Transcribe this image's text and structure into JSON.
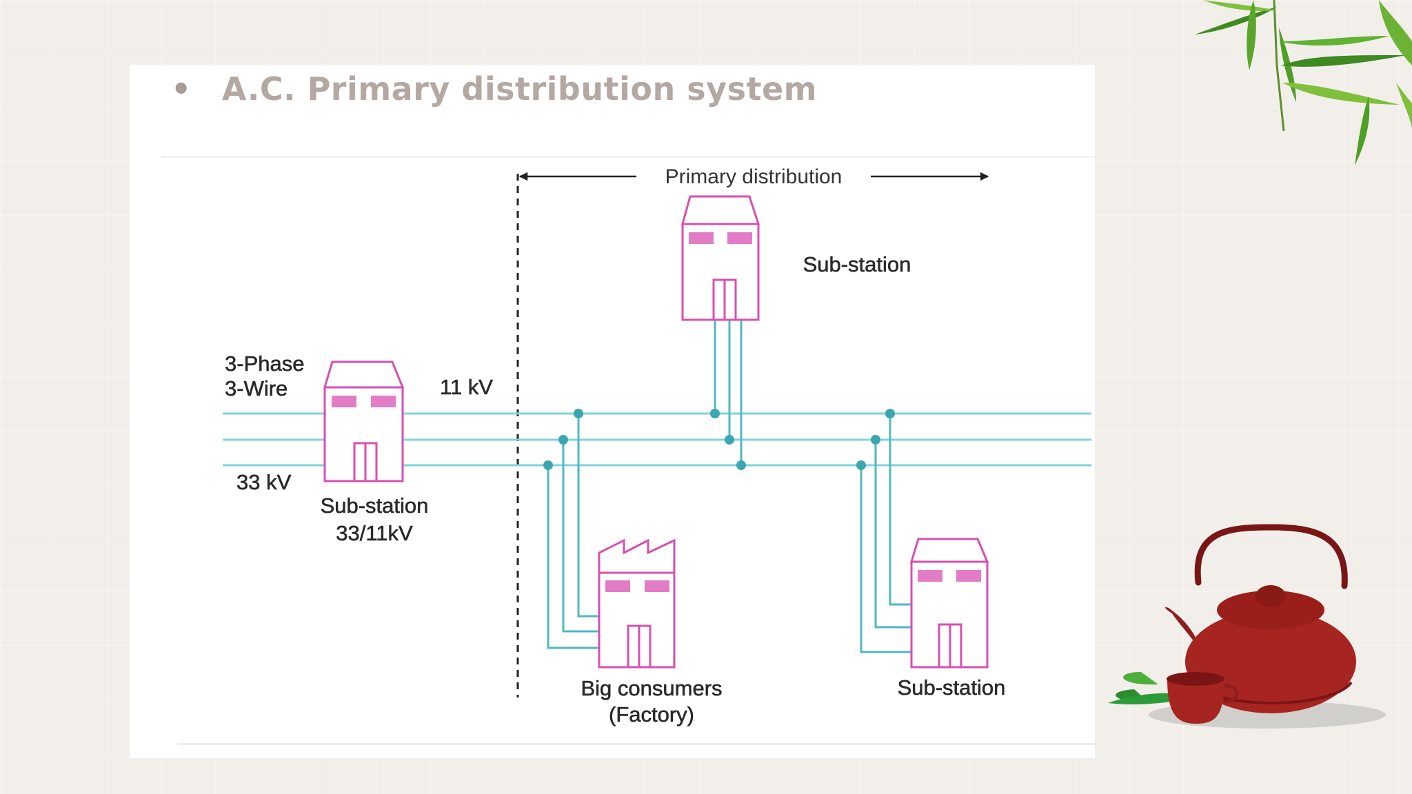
{
  "slide": {
    "bullet": "•",
    "title": "A.C. Primary distribution system"
  },
  "diagram": {
    "primary_distribution_label": "Primary distribution",
    "feeder_label_line1": "3-Phase",
    "feeder_label_line2": "3-Wire",
    "feeder_voltage": "33 kV",
    "distribution_voltage": "11 kV",
    "main_substation_label_line1": "Sub-station",
    "main_substation_label_line2": "33/11kV",
    "top_substation_label": "Sub-station",
    "factory_label_line1": "Big consumers",
    "factory_label_line2": "(Factory)",
    "right_substation_label": "Sub-station",
    "colors": {
      "bus_lines": "#7fd3dc",
      "connectors": "#4fb8c2",
      "buildings": "#d84fb0",
      "building_windows": "#e27cc6"
    }
  },
  "decor": {
    "leaves": "bamboo-leaves-icon",
    "teapot": "teapot-icon",
    "teacup": "teacup-icon"
  }
}
